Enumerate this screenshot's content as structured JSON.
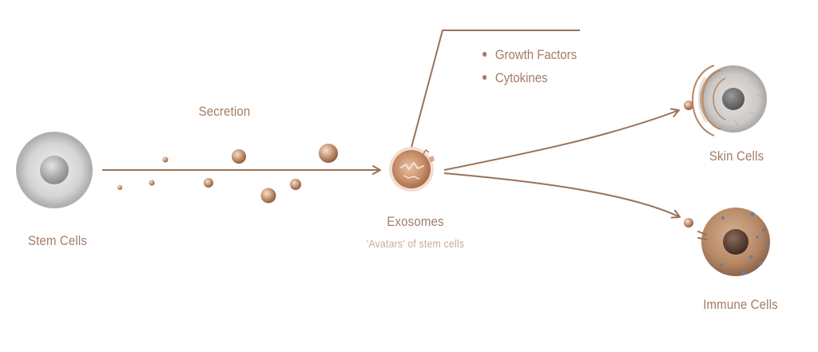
{
  "labels": {
    "stem_cells": "Stem Cells",
    "secretion": "Secretion",
    "exosomes": "Exosomes",
    "exosomes_subtitle": "'Avatars' of stem cells",
    "skin_cells": "Skin Cells",
    "immune_cells": "Immune Cells"
  },
  "contents": [
    "Growth Factors",
    "Cytokines"
  ],
  "colors": {
    "text": "#a47b63",
    "subtext": "#c9aa99",
    "arrow": "#9a7158",
    "vesicle": "#c2906f",
    "stem_cell": "#b9b9b9"
  }
}
